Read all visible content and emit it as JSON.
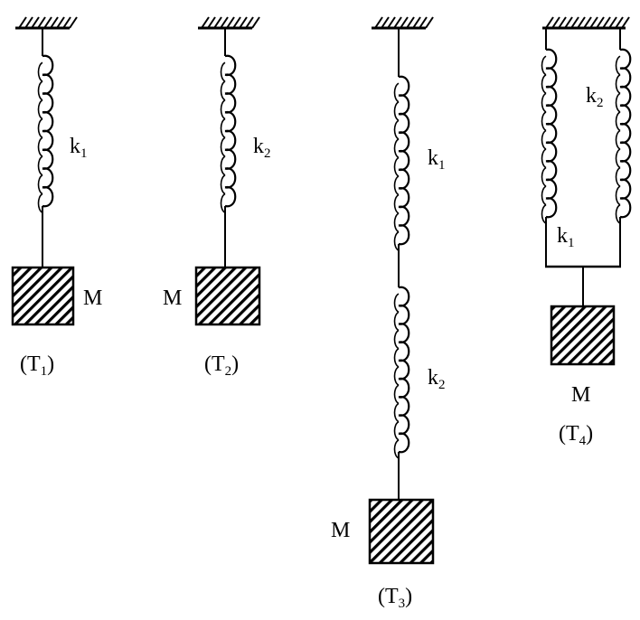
{
  "systems": [
    {
      "id": "T1",
      "caption": {
        "main": "(T",
        "sub": "1",
        "close": ")"
      },
      "mass_label": "M",
      "springs": [
        {
          "label": {
            "main": "k",
            "sub": "1"
          }
        }
      ]
    },
    {
      "id": "T2",
      "caption": {
        "main": "(T",
        "sub": "2",
        "close": ")"
      },
      "mass_label": "M",
      "springs": [
        {
          "label": {
            "main": "k",
            "sub": "2"
          }
        }
      ]
    },
    {
      "id": "T3",
      "caption": {
        "main": "(T",
        "sub": "3",
        "close": ")"
      },
      "mass_label": "M",
      "arrangement": "series",
      "springs": [
        {
          "label": {
            "main": "k",
            "sub": "1"
          }
        },
        {
          "label": {
            "main": "k",
            "sub": "2"
          }
        }
      ]
    },
    {
      "id": "T4",
      "caption": {
        "main": "(T",
        "sub": "4",
        "close": ")"
      },
      "mass_label": "M",
      "arrangement": "parallel",
      "springs": [
        {
          "label": {
            "main": "k",
            "sub": "1"
          }
        },
        {
          "label": {
            "main": "k",
            "sub": "2"
          }
        }
      ]
    }
  ]
}
